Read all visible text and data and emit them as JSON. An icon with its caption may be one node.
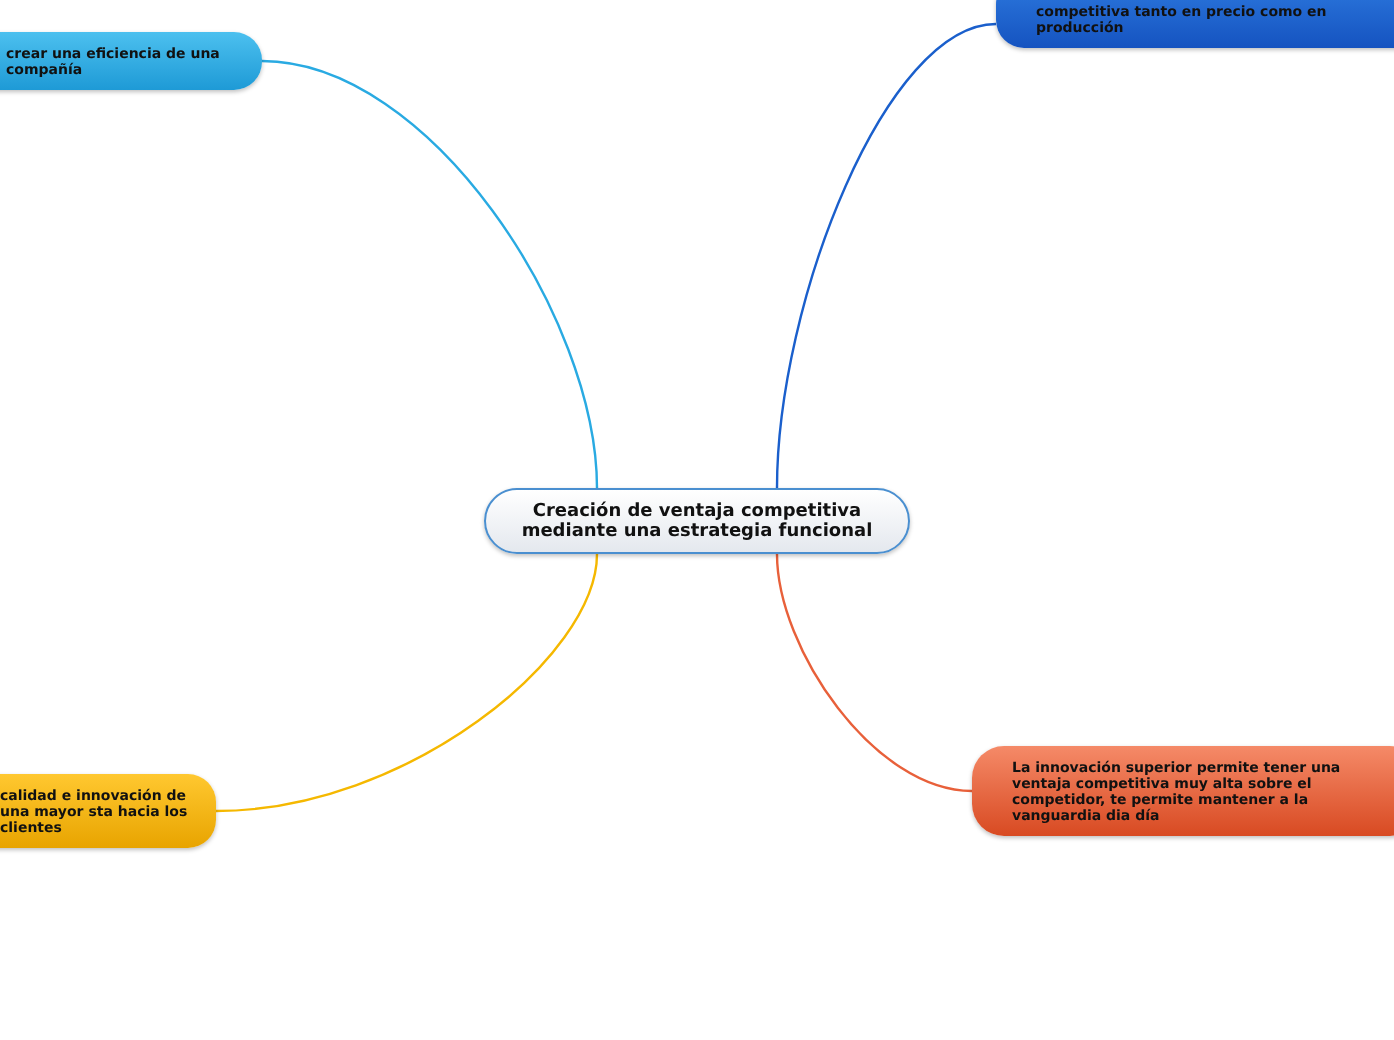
{
  "diagram": {
    "nodes": [
      {
        "text": [
          "Creación de ventaja competitiva mediante una estrategia funcional"
        ]
      },
      {
        "text": [
          "crear una eficiencia de una compañía"
        ]
      },
      {
        "text": [
          "competitiva tanto en precio como en producción"
        ]
      },
      {
        "text": [
          "calidad e innovación de una mayor sta hacia los clientes"
        ]
      },
      {
        "text": [
          "La innovación superior permite tener una ventaja competitiva muy alta sobre el competidor, te permite mantener a la vanguardia dia día"
        ]
      }
    ],
    "edges": [
      {
        "from": 0,
        "to": 1,
        "arrow": "none",
        "color": "#29aae2"
      },
      {
        "from": 0,
        "to": 2,
        "arrow": "none",
        "color": "#1a5fcc"
      },
      {
        "from": 0,
        "to": 3,
        "arrow": "none",
        "color": "#f5b800"
      },
      {
        "from": 0,
        "to": 4,
        "arrow": "none",
        "color": "#e8603a"
      }
    ]
  }
}
